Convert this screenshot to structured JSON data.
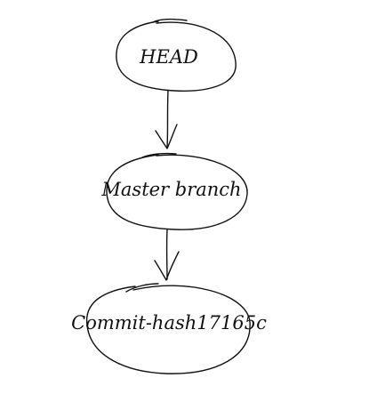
{
  "diagram": {
    "nodes": [
      {
        "id": "head",
        "label": "HEAD"
      },
      {
        "id": "master",
        "label": "Master branch"
      },
      {
        "id": "commit",
        "label": "Commit-hash17165c"
      }
    ],
    "edges": [
      {
        "from": "head",
        "to": "master"
      },
      {
        "from": "master",
        "to": "commit"
      }
    ],
    "colors": {
      "stroke": "#111111",
      "background": "#ffffff"
    }
  }
}
